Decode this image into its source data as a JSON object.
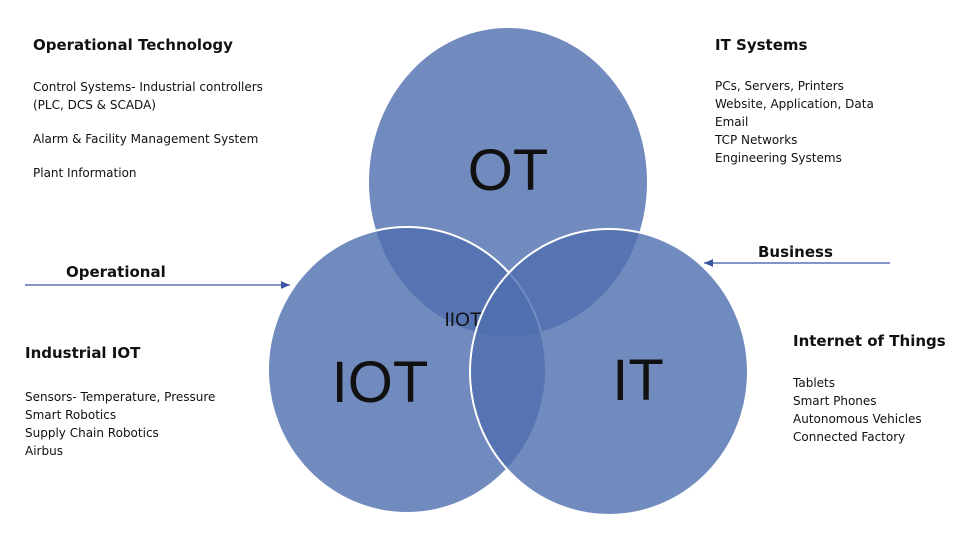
{
  "sections": {
    "operational_technology": {
      "title": "Operational Technology",
      "items": [
        "Control Systems- Industrial controllers",
        "(PLC, DCS & SCADA)",
        "Alarm & Facility Management System",
        "Plant Information"
      ]
    },
    "it_systems": {
      "title": "IT Systems",
      "items": [
        "PCs, Servers, Printers",
        "Website, Application, Data",
        "Email",
        "TCP Networks",
        "Engineering Systems"
      ]
    },
    "industrial_iot": {
      "title": "Industrial IOT",
      "items": [
        "Sensors- Temperature, Pressure",
        "Smart Robotics",
        "Supply Chain Robotics",
        "Airbus"
      ]
    },
    "internet_of_things": {
      "title": "Internet of Things",
      "items": [
        "Tablets",
        "Smart Phones",
        "Autonomous Vehicles",
        "Connected Factory"
      ]
    }
  },
  "arrows": {
    "operational": "Operational",
    "business": "Business"
  },
  "venn": {
    "ot": "OT",
    "iot": "IOT",
    "it": "IT",
    "center": "IIOT"
  },
  "colors": {
    "circle": "#4f6eae",
    "arrow": "#3a55a4"
  }
}
